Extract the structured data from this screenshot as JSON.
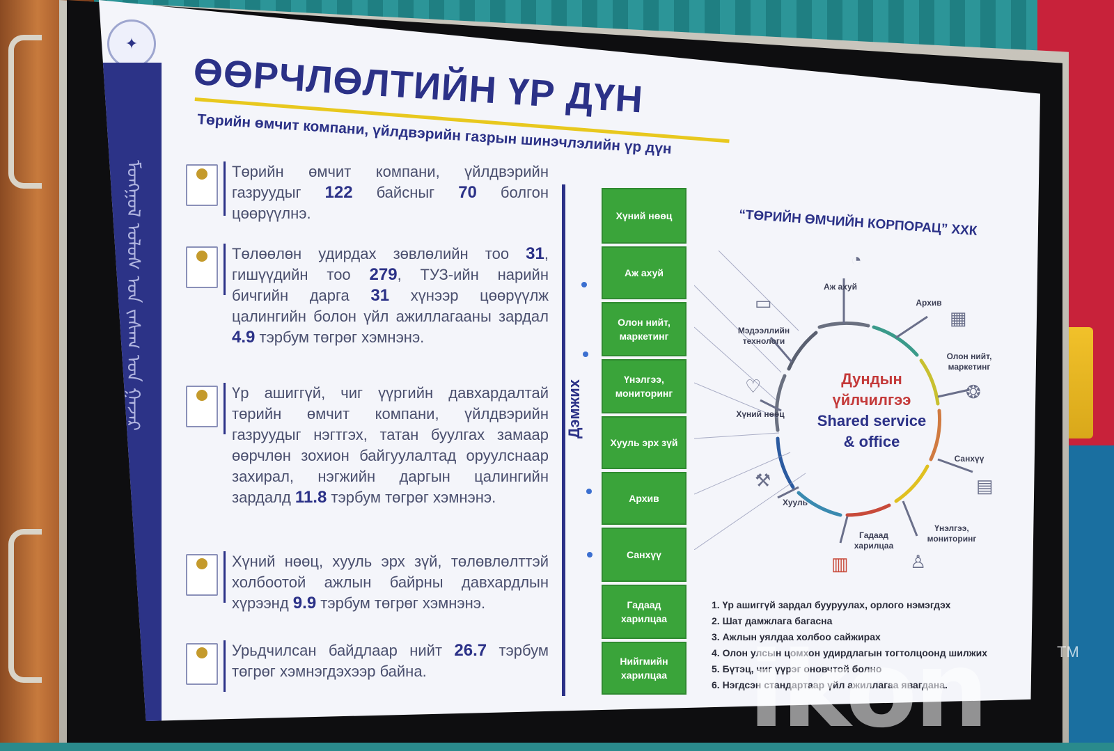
{
  "slide": {
    "title": "ӨӨРЧЛӨЛТИЙН ҮР ДҮН",
    "subtitle": "Төрийн өмчит компани, үйлдвэрийн газрын шинэчлэлийн үр дүн",
    "left_label": "Дэмжих"
  },
  "points": [
    {
      "pre": "Төрийн өмчит компани, үйлдвэрийн газруудыг ",
      "n1": "122",
      "mid": " байсныг ",
      "n2": "70",
      "post": " болгон цөөрүүлнэ."
    },
    {
      "pre": "Төлөөлөн удирдах зөвлөлийн тоо ",
      "n1": "31",
      "mid": ", гишүүдийн тоо ",
      "n2": "279",
      "post": ", ТУЗ-ийн нарийн бичгийн дарга ",
      "n3": "31",
      "post2": " хүнээр цөөрүүлж цалингийн болон үйл ажиллагааны зардал ",
      "n4": "4.9",
      "post3": " тэрбум төгрөг хэмнэнэ."
    },
    {
      "pre": "Үр ашиггүй, чиг үүргийн давхардалтай төрийн өмчит компани, үйлдвэрийн газруудыг нэгтгэх, татан буулгах замаар өөрчлөн зохион байгуулалтад оруулснаар захирал, нэгжийн даргын цалингийн зардалд ",
      "n1": "11.8",
      "post": " тэрбум төгрөг хэмнэнэ."
    },
    {
      "pre": "Хүний нөөц, хууль эрх зүй, төлөвлөлттэй холбоотой ажлын байрны давхардлын хүрээнд ",
      "n1": "9.9",
      "post": " тэрбум төгрөг хэмнэнэ."
    },
    {
      "pre": "Урьдчилсан байдлаар нийт ",
      "n1": "26.7",
      "post": " тэрбум төгрөг хэмнэгдэхээр байна."
    }
  ],
  "green_boxes": [
    "Хүний нөөц",
    "Аж ахуй",
    "Олон нийт, маркетинг",
    "Үнэлгээ, мониторинг",
    "Хууль эрх зүй",
    "Архив",
    "Санхүү",
    "Гадаад харилцаа",
    "Нийгмийн харилцаа"
  ],
  "corp_title": "“ТӨРИЙН ӨМЧИЙН КОРПОРАЦ” ХХК",
  "center": {
    "line1": "Дундын",
    "line2": "үйлчилгээ",
    "line3": "Shared service",
    "line4": "& office"
  },
  "ring_labels": {
    "aj_akhui": "Аж ахуй",
    "arkhiv": "Архив",
    "olon_niit": "Олон нийт, маркетинг",
    "sankhuu": "Санхүү",
    "unelgee": "Үнэлгээ, мониторинг",
    "gadaad": "Гадаад харилцаа",
    "khuul": "Хууль",
    "khunii_noots": "Хүний нөөц",
    "medeelel": "Мэдээллийн технологи"
  },
  "benefits": [
    "1.  Үр ашиггүй зардал бууруулах, орлого нэмэгдэх",
    "2.  Шат дамжлага багасна",
    "3.  Ажлын уялдаа холбоо сайжирах",
    "4.  Олон улсын цомхон удирдлагын тогтолцоонд шилжих",
    "5.  Бүтэц, чиг үүрэг оновчтой болно",
    "6.  Нэгдсэн стандартаар үйл ажиллагаа явагдана."
  ],
  "watermark": {
    "brand": "ikon",
    "tm": "TM"
  },
  "colors": {
    "navy": "#2b3187",
    "green": "#3aa43a",
    "yellow_rule": "#e8c81e",
    "red_text": "#c43a3a"
  }
}
